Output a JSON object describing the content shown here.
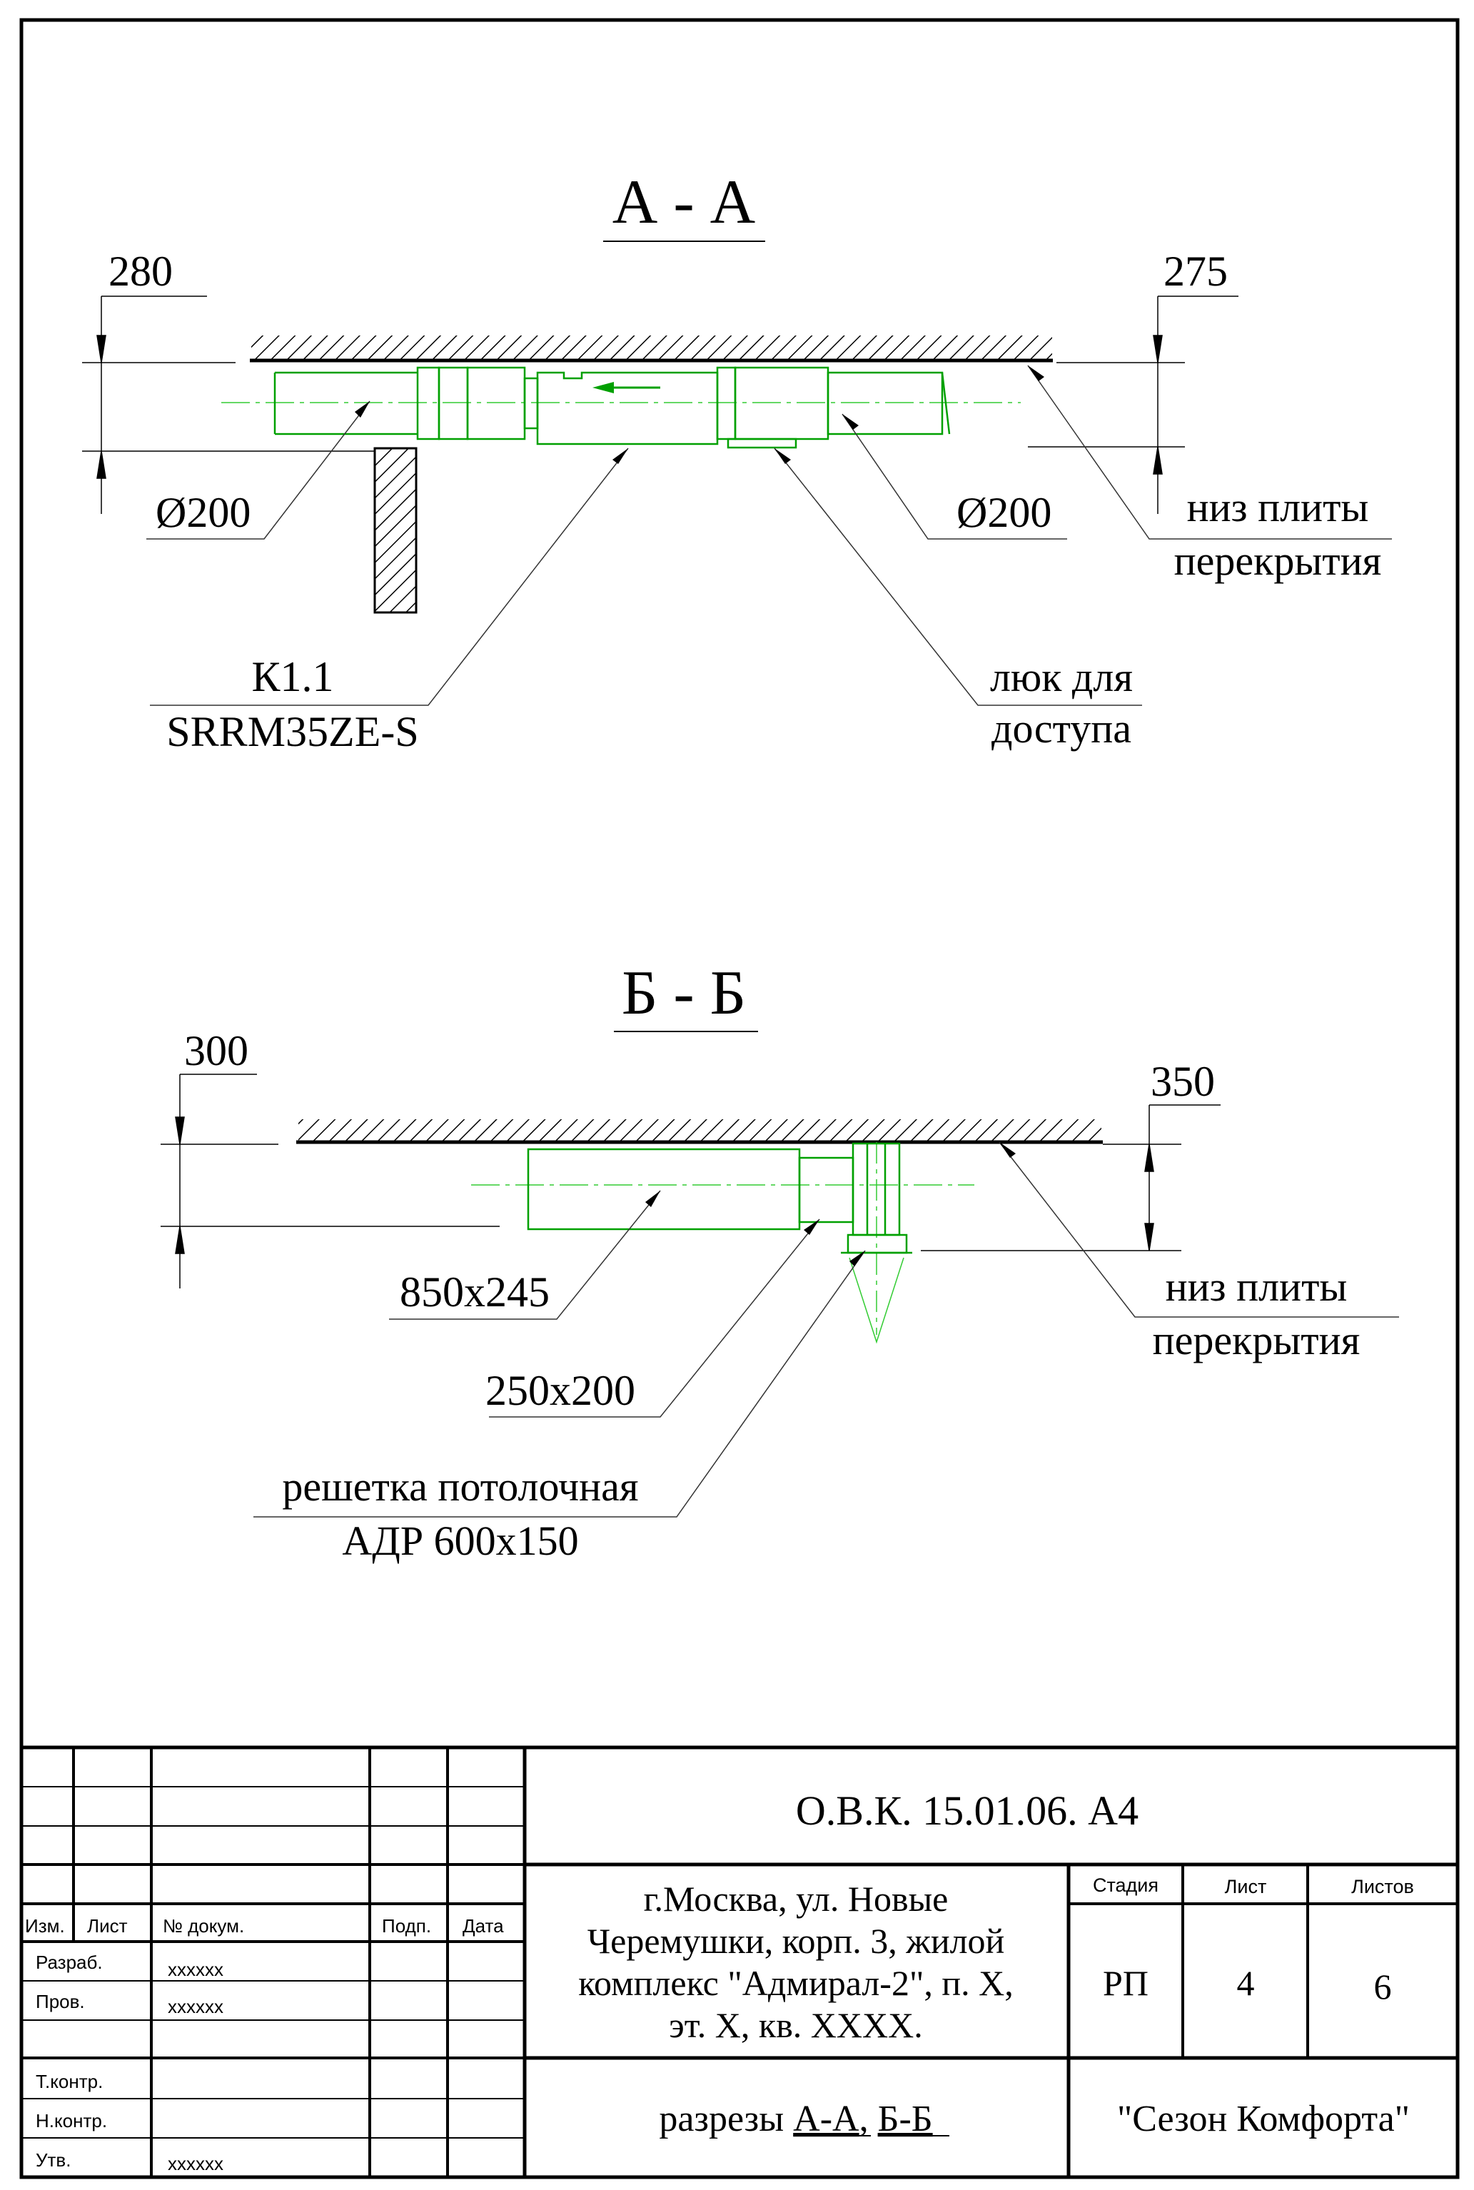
{
  "colors": {
    "line": "#000000",
    "equipment": "#00a000",
    "centerline": "#33cc33",
    "leader": "#333333"
  },
  "section_aa": {
    "title": "А - А",
    "dim_left": "280",
    "dim_right": "275",
    "diam_left": "Ø200",
    "diam_right": "Ø200",
    "slab_label_1": "низ плиты",
    "slab_label_2": "перекрытия",
    "unit_label_1": "К1.1",
    "unit_label_2": "SRRM35ZE-S",
    "hatch_label_1": "люк для",
    "hatch_label_2": "доступа"
  },
  "section_bb": {
    "title": "Б - Б",
    "dim_left": "300",
    "dim_right": "350",
    "duct_big": "850х245",
    "duct_small": "250х200",
    "grille_label_1": "решетка потолочная",
    "grille_label_2": "АДР 600х150",
    "slab_label_1": "низ плиты",
    "slab_label_2": "перекрытия"
  },
  "title_block": {
    "doc_code": "О.В.К. 15.01.06. А4",
    "address_1": "г.Москва, ул. Новые",
    "address_2": "Черемушки, корп. 3, жилой",
    "address_3": "комплекс \"Адмирал-2\", п. Х,",
    "address_4": "эт. Х, кв. ХХХХ.",
    "col_izm": "Изм.",
    "col_list": "Лист",
    "col_dokum": "№ докум.",
    "col_podp": "Подп.",
    "col_data": "Дата",
    "row_razrab": "Разраб.",
    "row_prov": "Пров.",
    "row_tkontr": "Т.контр.",
    "row_nkontr": "Н.контр.",
    "row_utv": "Утв.",
    "razrab_value": "xxxxxx",
    "prov_value": "xxxxxx",
    "utv_value": "xxxxxx",
    "stage_header": "Стадия",
    "sheet_header": "Лист",
    "sheets_header": "Листов",
    "stage_value": "РП",
    "sheet_value": "4",
    "sheets_value": "6",
    "sheet_title_prefix": "разрезы ",
    "sheet_title_aa": "А-А",
    "sheet_title_sep": ", ",
    "sheet_title_bb": "Б-Б",
    "company": "\"Сезон Комфорта\""
  }
}
